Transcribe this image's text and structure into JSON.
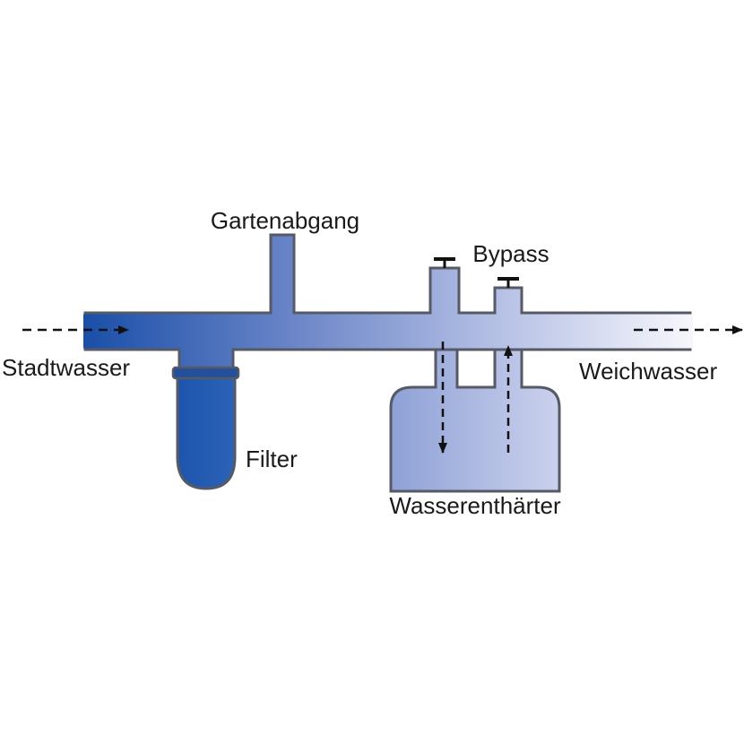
{
  "labels": {
    "inlet": "Stadtwasser",
    "outlet": "Weichwasser",
    "garden": "Gartenabgang",
    "bypass": "Bypass",
    "filter": "Filter",
    "softener": "Wasserenthärter"
  },
  "colors": {
    "pipe_dark": "#1a4fa8",
    "pipe_mid": "#6c86c8",
    "pipe_light": "#f2f3fb",
    "outline": "#555a66",
    "arrow": "#111111",
    "background": "#ffffff"
  }
}
